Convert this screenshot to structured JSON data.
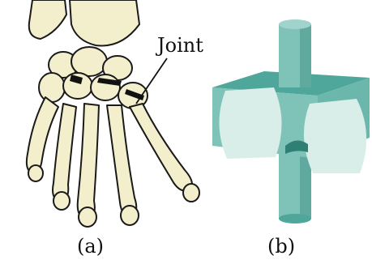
{
  "labels": {
    "joint": "Joint",
    "panel_a": "(a)",
    "panel_b": "(b)"
  },
  "colors": {
    "bone_fill": "#f3efcc",
    "bone_outline": "#1a1a1a",
    "joint_gap": "#111111",
    "model_dark": "#4fa79b",
    "model_mid": "#7ec2b8",
    "model_light": "#d9ede9",
    "background": "#ffffff"
  }
}
